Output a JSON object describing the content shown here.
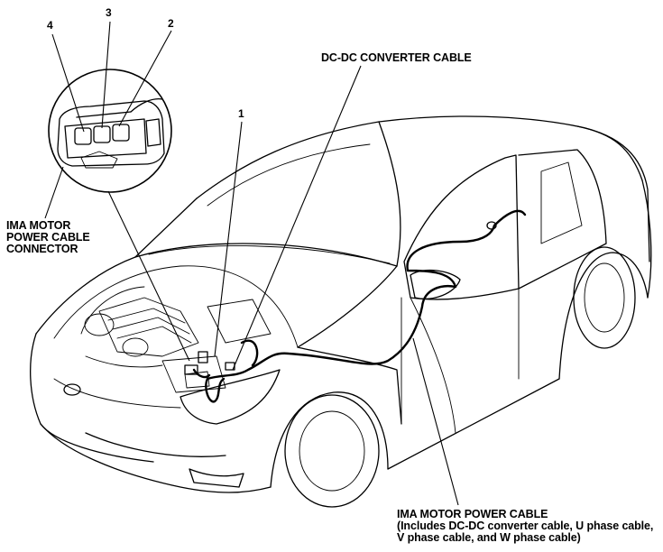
{
  "labels": {
    "callout_1": "1",
    "callout_2": "2",
    "callout_3": "3",
    "callout_4": "4",
    "dcdc_cable": "DC-DC CONVERTER CABLE",
    "connector": [
      "IMA MOTOR",
      "POWER CABLE",
      "CONNECTOR"
    ],
    "power_cable_title": "IMA MOTOR POWER CABLE",
    "power_cable_note": [
      "(Includes DC-DC converter cable, U phase cable,",
      "V phase cable, and W phase cable)"
    ]
  }
}
